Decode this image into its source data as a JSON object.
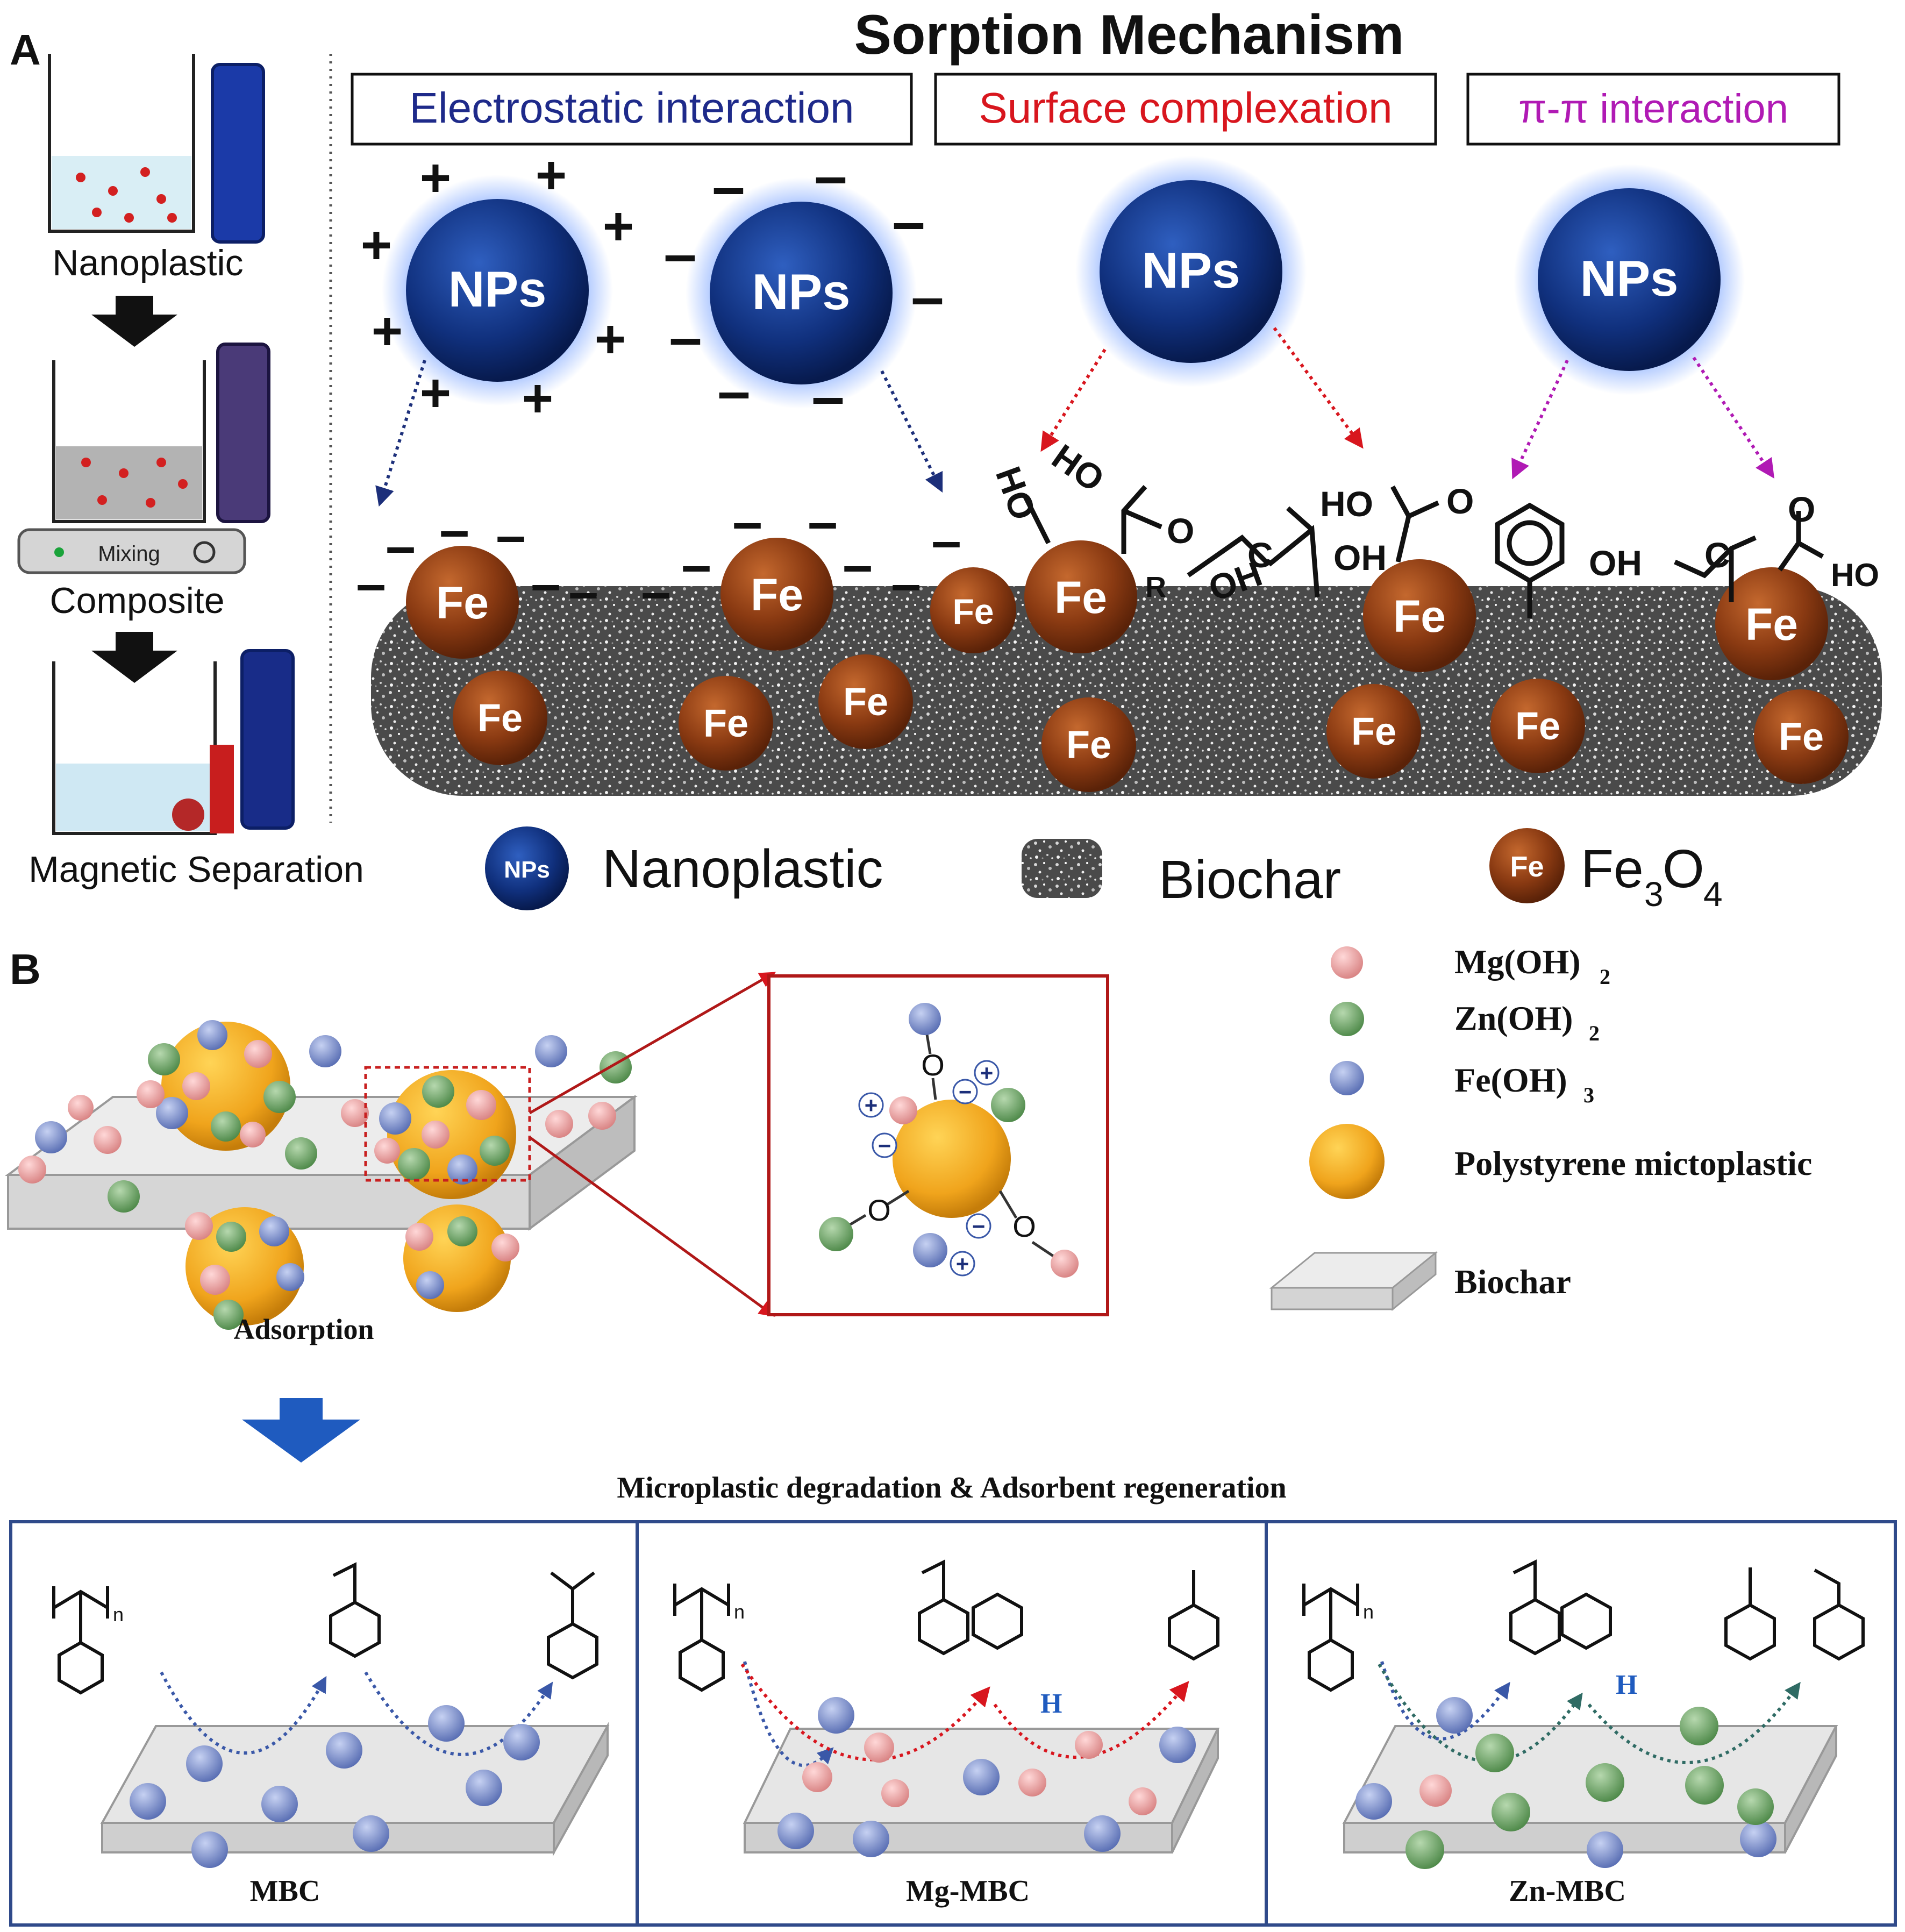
{
  "panel_a": {
    "label": "A",
    "title": "Sorption Mechanism",
    "steps": [
      "Nanoplastic",
      "Composite",
      "Magnetic Separation"
    ],
    "mixer_label": "Mixing",
    "mechanisms": [
      {
        "label": "Electrostatic interaction",
        "color": "#1e2a8a"
      },
      {
        "label": "Surface complexation",
        "color": "#d8161e"
      },
      {
        "label": "π-π interaction",
        "color": "#b01ab4"
      }
    ],
    "particle_np": "NPs",
    "particle_fe": "Fe",
    "charge_plus": "+",
    "charge_minus": "–",
    "groups": {
      "ho": "HO",
      "oh": "OH",
      "o": "O",
      "r": "R",
      "c": "C"
    },
    "legend": {
      "np_icon": "NPs",
      "np": "Nanoplastic",
      "biochar": "Biochar",
      "fe_icon": "Fe",
      "fe": "Fe",
      "fe_sub1": "3",
      "o": "O",
      "fe_sub2": "4"
    },
    "colors": {
      "np": "#0e2f7a",
      "fe": "#8a3a12",
      "biochar": "#6a6a6a"
    }
  },
  "panel_b": {
    "label": "B",
    "legend": {
      "mg_base": "Mg(OH)",
      "mg_sub": "2",
      "zn_base": "Zn(OH)",
      "zn_sub": "2",
      "fe_base": "Fe(OH)",
      "fe_sub": "3",
      "ps": "Polystyrene mictoplastic",
      "biochar": "Biochar"
    },
    "adsorption": "Adsorption",
    "zoom": {
      "o": "O",
      "plus": "+",
      "minus": "−"
    },
    "degradation_title": "Microplastic degradation & Adsorbent regeneration",
    "h_label": "H",
    "polymer_n": "n",
    "boxes": [
      "MBC",
      "Mg-MBC",
      "Zn-MBC"
    ],
    "colors": {
      "mg": "#f2a6a6",
      "zn": "#7fb07a",
      "fe": "#8c9fd6",
      "ps": "#f0a41c",
      "frame": "#2f4a8a"
    }
  }
}
